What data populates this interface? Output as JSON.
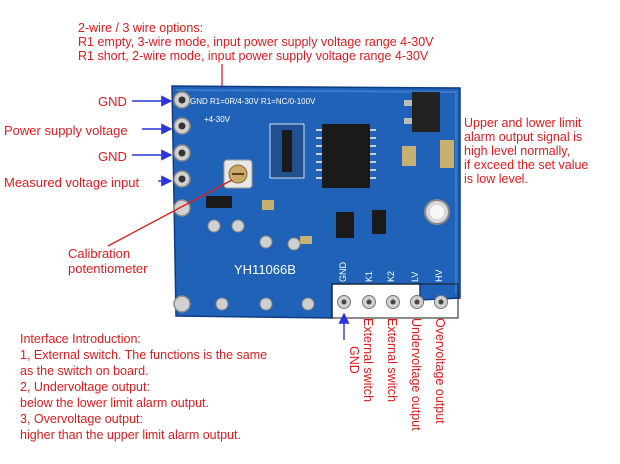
{
  "header_notes": [
    "2-wire / 3 wire options:",
    "R1 empty, 3-wire mode, input power supply voltage range 4-30V",
    "R1 short,   2-wire mode, input power supply voltage range 4-30V"
  ],
  "left_labels": [
    "GND",
    "Power supply voltage",
    "GND",
    "Measured voltage input"
  ],
  "calibration_label": [
    "Calibration",
    "potentiometer"
  ],
  "right_note": [
    "Upper and lower limit",
    "alarm output signal is",
    "high level normally,",
    "if exceed the set value",
    "is low level."
  ],
  "interface_intro": [
    "Interface Introduction:",
    "1, External switch. The functions is the same",
    "as the switch on board.",
    "2, Undervoltage output:",
    "below the lower limit alarm output.",
    "3, Overvoltage output:",
    "higher than the upper limit alarm output."
  ],
  "vertical_labels": [
    "GND",
    "External switch",
    "External switch",
    "Undervoltage output",
    "Overvoltage output"
  ],
  "board": {
    "model": "YH11066B",
    "silk_top": "GND   R1=0R/4-30V   R1=NC/0-100V",
    "silk_side": "+4-30V",
    "pin_labels": [
      "GND",
      "K1",
      "K2",
      "LV",
      "HV"
    ]
  },
  "colors": {
    "annotation": "#e11b1b",
    "arrow": "#2b35d8",
    "board": "#1f62b8"
  }
}
